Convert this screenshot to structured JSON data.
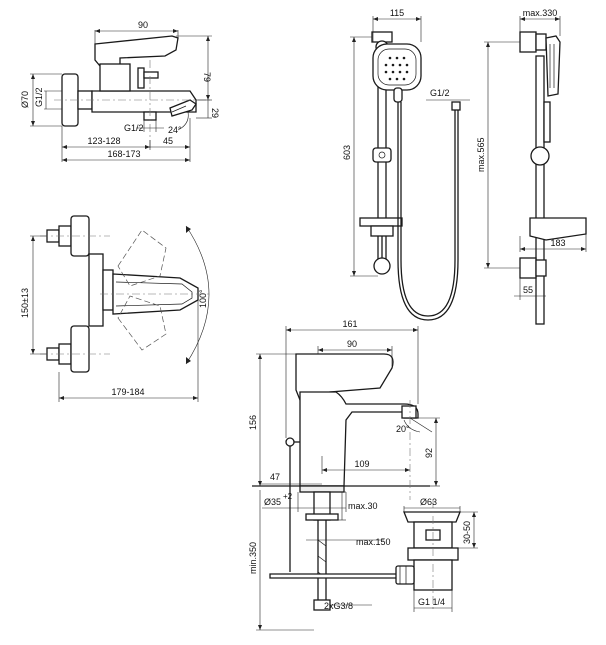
{
  "bath_mixer_side": {
    "dim_width_top": "90",
    "dim_height_79": "79",
    "dim_diameter": "Ø70",
    "dim_thread_left": "G1/2",
    "dim_thread_bottom": "G1/2",
    "dim_29": "29",
    "dim_angle": "24°",
    "dim_range_inner": "123-128",
    "dim_45": "45",
    "dim_range_outer": "168-173"
  },
  "bath_mixer_top": {
    "dim_centres": "150±13",
    "dim_angle": "100°",
    "dim_range": "179-184"
  },
  "shower_front": {
    "dim_115": "115",
    "dim_603": "603",
    "dim_thread": "G1/2"
  },
  "shower_side": {
    "dim_max330": "max.330",
    "dim_max565": "max.565",
    "dim_183": "183",
    "dim_55": "55"
  },
  "basin_mixer": {
    "dim_161": "161",
    "dim_90": "90",
    "dim_156": "156",
    "dim_angle": "20°",
    "dim_109": "109",
    "dim_92": "92",
    "dim_47": "47",
    "dim_dia35": "Ø35",
    "dim_dia35_tol": "+2",
    "dim_max30": "max.30",
    "dim_min350": "min.350",
    "dim_max150": "max.150",
    "dim_hoses": "2xG3/8"
  },
  "waste": {
    "dim_dia63": "Ø63",
    "dim_3050": "30-50",
    "dim_thread": "G1 1/4"
  }
}
